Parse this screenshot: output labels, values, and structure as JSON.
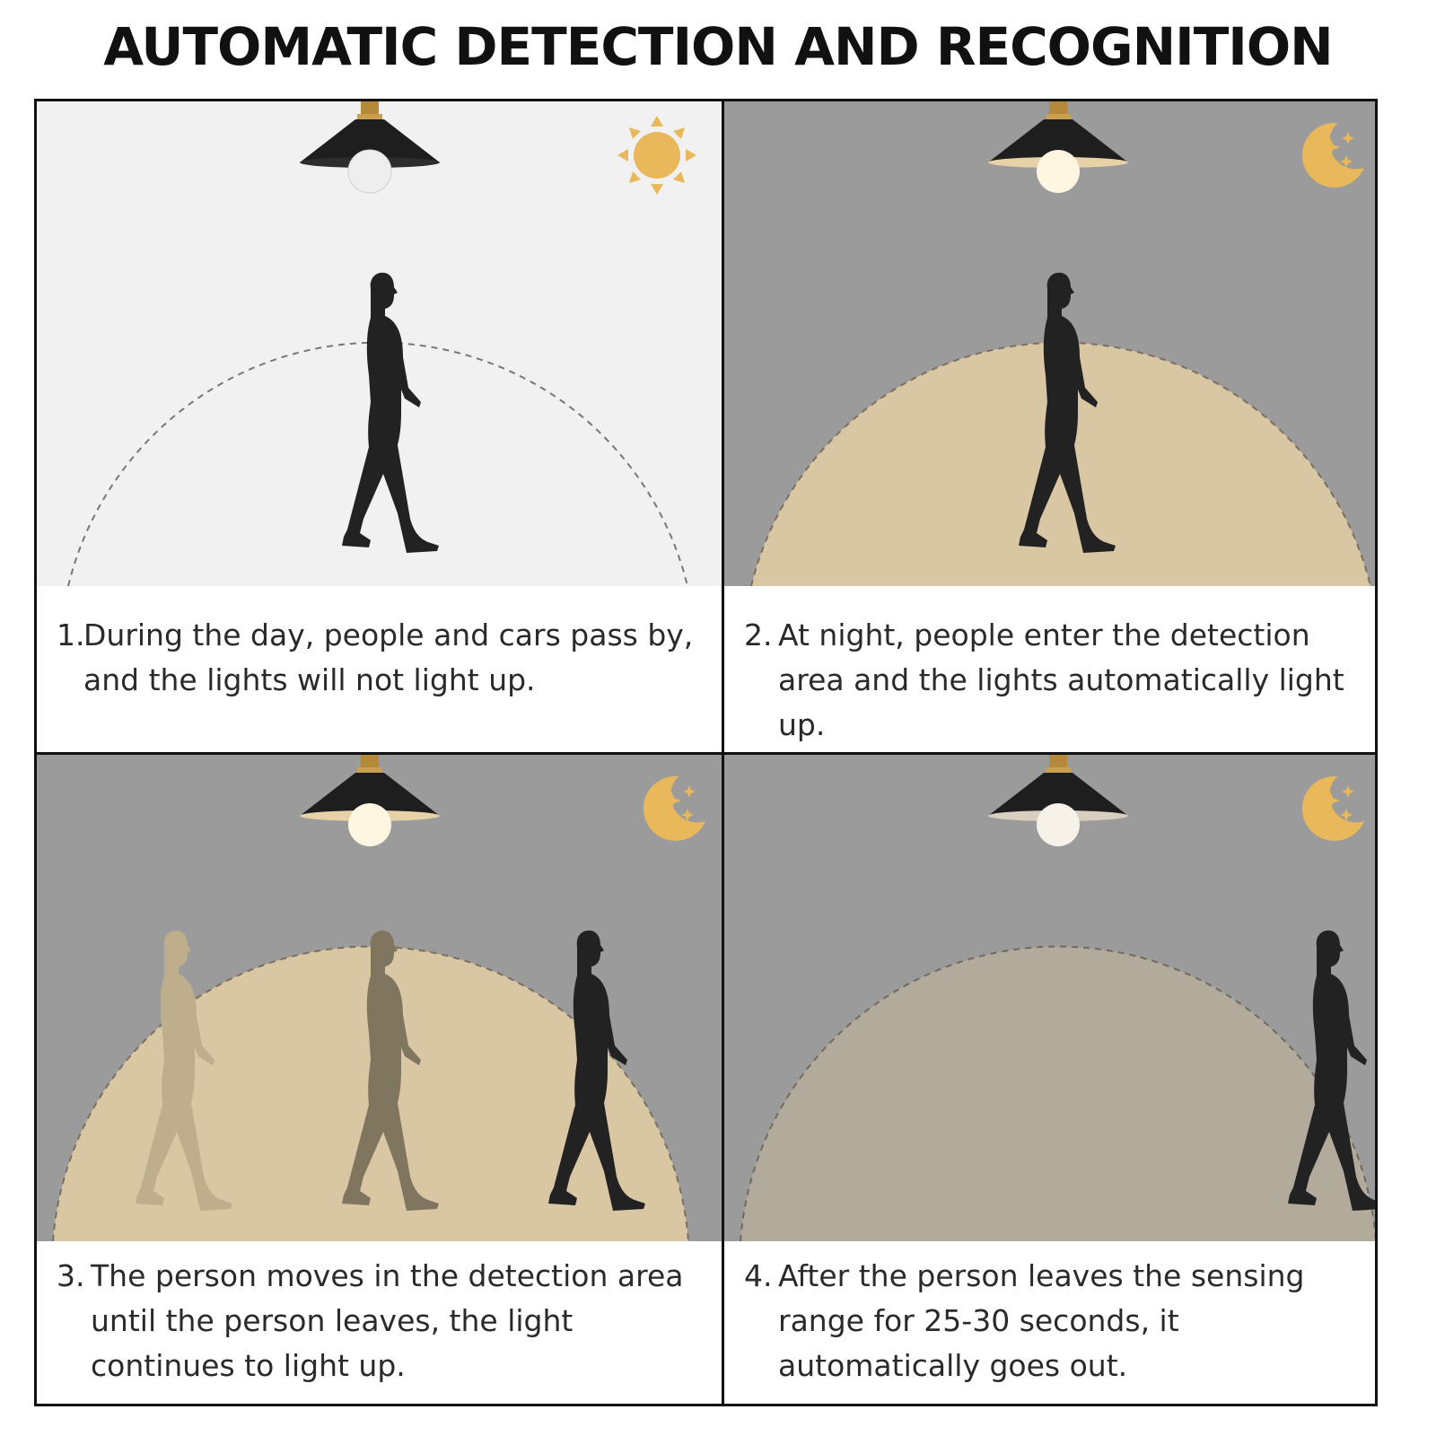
{
  "title": "AUTOMATIC DETECTION AND RECOGNITION",
  "colors": {
    "frame": "#111111",
    "day_background": "#f1f1f1",
    "night_background": "#9b9b9b",
    "light_cone_on": "#d9c6a2",
    "light_cone_off": "#b2aa9b",
    "icon_gold": "#e8b85a",
    "silhouette": "#222222"
  },
  "panels": [
    {
      "number": "1.",
      "text": "During the day, people and cars pass by, and the lights will not light up.",
      "scene": "day",
      "weather_icon": "sun-icon",
      "light": "off"
    },
    {
      "number": "2.",
      "text": "At night, people enter the detection area and the lights automatically light up.",
      "scene": "night",
      "weather_icon": "moon-stars-icon",
      "light": "on"
    },
    {
      "number": "3.",
      "text": "The person moves in the detection area until the person leaves, the light continues to light up.",
      "scene": "night",
      "weather_icon": "moon-stars-icon",
      "light": "on"
    },
    {
      "number": "4.",
      "text": "After the person leaves the sensing range for 25-30 seconds, it automatically goes out.",
      "scene": "night",
      "weather_icon": "moon-stars-icon",
      "light": "fading"
    }
  ]
}
